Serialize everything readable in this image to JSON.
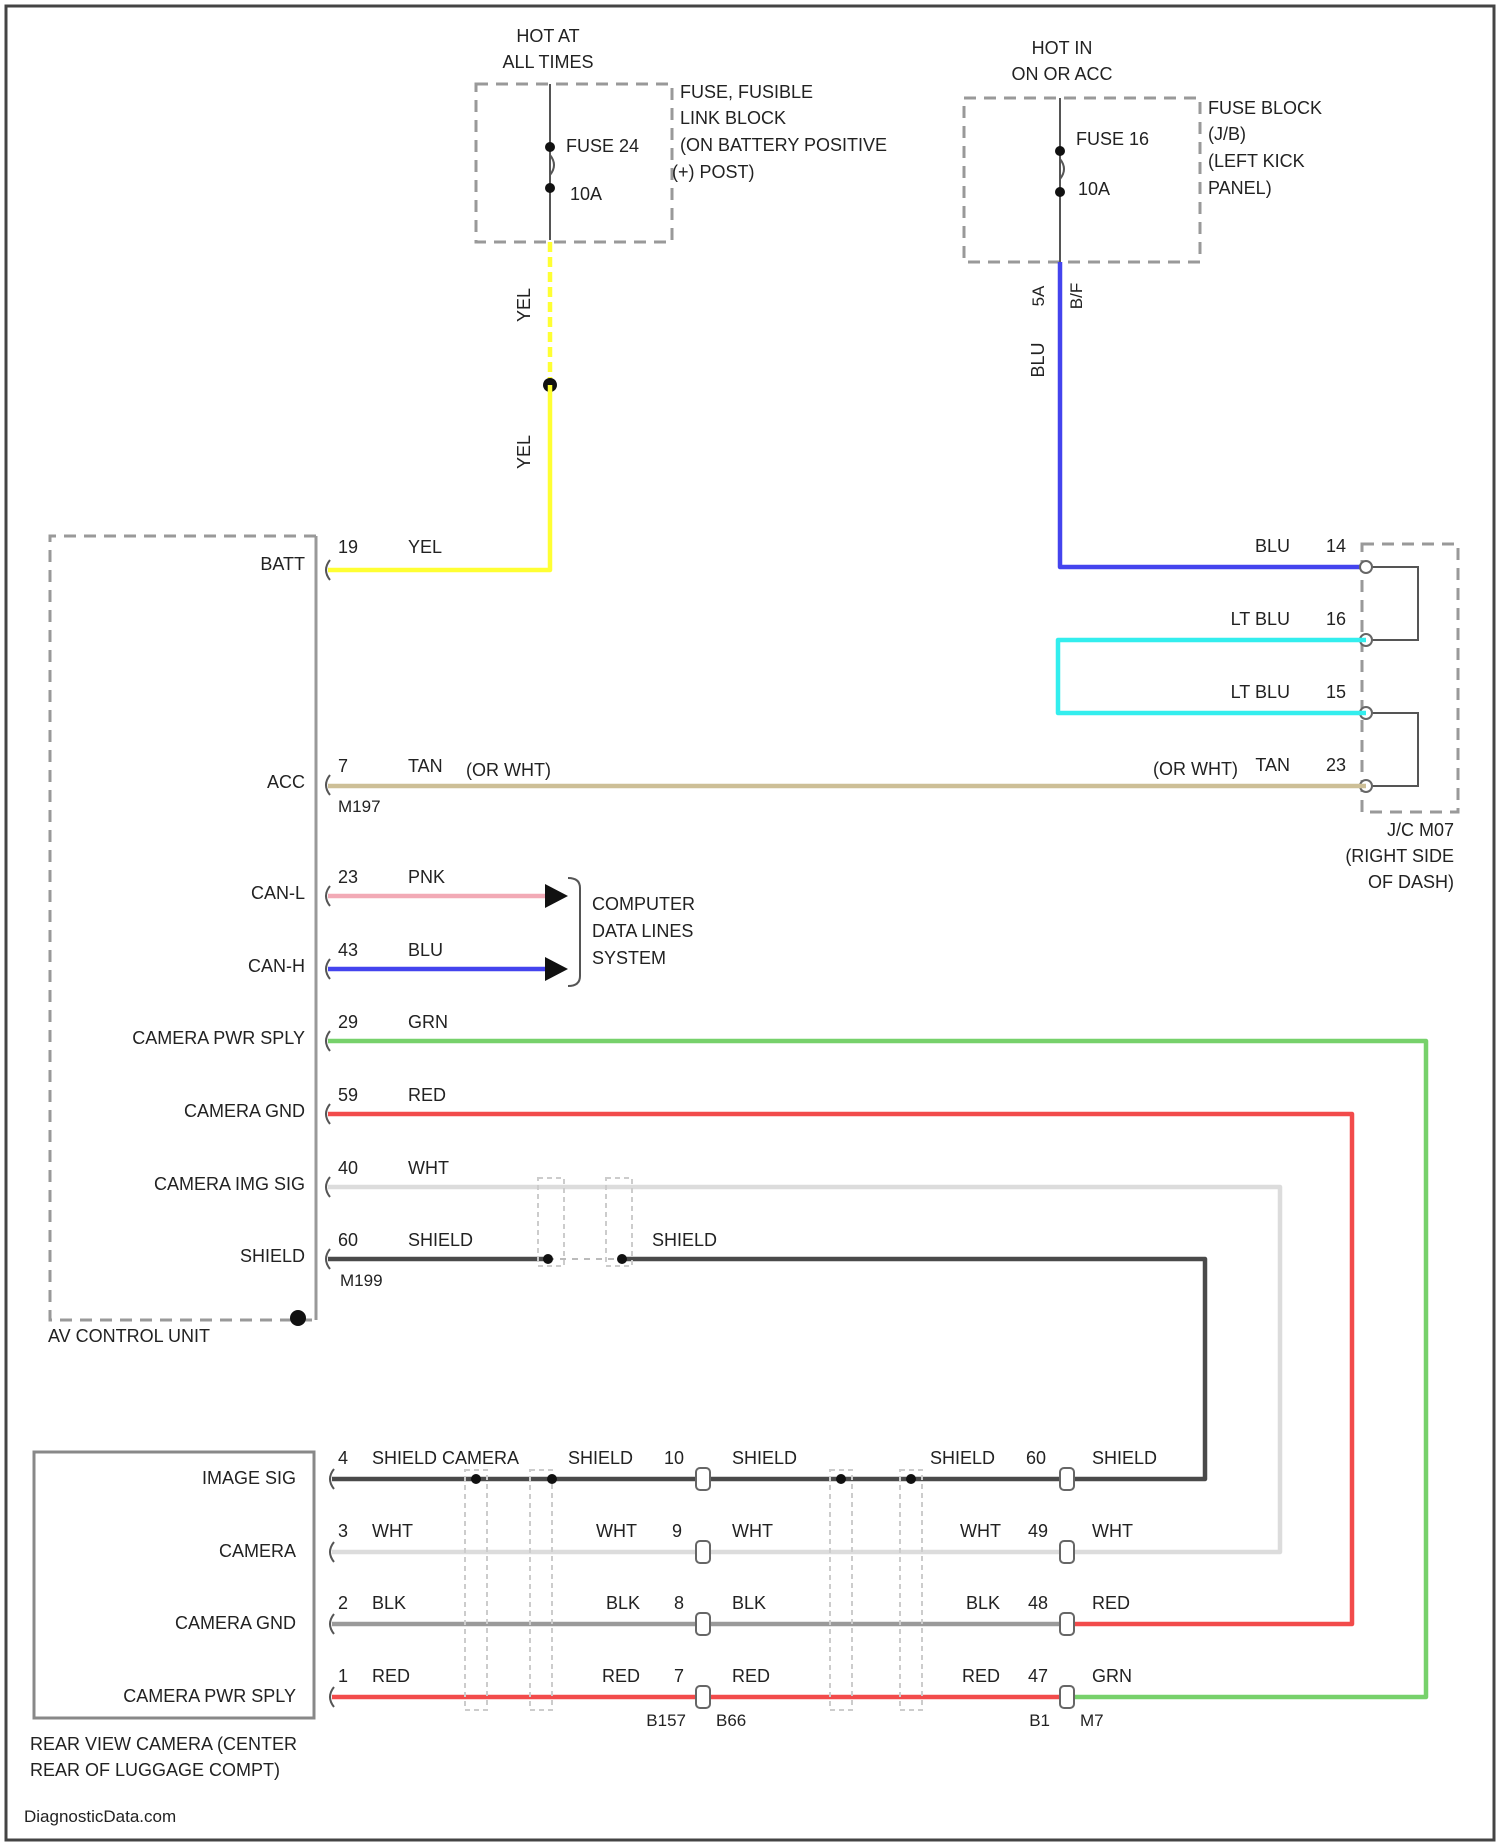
{
  "colors": {
    "yel": "#ffff33",
    "blu": "#4444ee",
    "ltblu": "#33eeee",
    "tan": "#cdbf97",
    "pnk": "#f2aab6",
    "grn": "#77d16b",
    "red": "#f24b4b",
    "wht": "#dcdcdc",
    "shield": "#4a4a4a",
    "blk": "#9a9a9a"
  },
  "top_left": {
    "hot_line1": "HOT AT",
    "hot_line2": "ALL TIMES",
    "fuse_name": "FUSE 24",
    "fuse_rating": "10A",
    "block_line1": "FUSE, FUSIBLE",
    "block_line2": "LINK BLOCK",
    "block_line3": "(ON BATTERY POSITIVE",
    "block_line4": "(+) POST)",
    "wire1": "YEL",
    "wire2": "YEL"
  },
  "top_right": {
    "hot_line1": "HOT IN",
    "hot_line2": "ON OR ACC",
    "fuse_name": "FUSE 16",
    "fuse_rating": "10A",
    "block_line1": "FUSE BLOCK",
    "block_line2": "(J/B)",
    "block_line3": "(LEFT KICK",
    "block_line4": "PANEL)",
    "pin_a": "5A",
    "pin_b": "B/F",
    "wire": "BLU"
  },
  "av_unit": {
    "name": "AV CONTROL UNIT",
    "pins": [
      {
        "label": "BATT",
        "num": "19",
        "wire": "YEL"
      },
      {
        "label": "ACC",
        "num": "7",
        "wire": "TAN",
        "alt": "(OR WHT)",
        "splice": "M197"
      },
      {
        "label": "CAN-L",
        "num": "23",
        "wire": "PNK"
      },
      {
        "label": "CAN-H",
        "num": "43",
        "wire": "BLU"
      },
      {
        "label": "CAMERA PWR SPLY",
        "num": "29",
        "wire": "GRN"
      },
      {
        "label": "CAMERA GND",
        "num": "59",
        "wire": "RED"
      },
      {
        "label": "CAMERA IMG SIG",
        "num": "40",
        "wire": "WHT"
      },
      {
        "label": "SHIELD",
        "num": "60",
        "wire": "SHIELD",
        "wire2": "SHIELD",
        "splice": "M199"
      }
    ]
  },
  "jc": {
    "name": "J/C M07",
    "loc1": "(RIGHT SIDE",
    "loc2": "OF DASH)",
    "pins": [
      {
        "num": "14",
        "wire": "BLU"
      },
      {
        "num": "16",
        "wire": "LT BLU"
      },
      {
        "num": "15",
        "wire": "LT BLU"
      },
      {
        "num": "23",
        "wire": "TAN",
        "alt": "(OR WHT)"
      }
    ]
  },
  "data_lines": {
    "line1": "COMPUTER",
    "line2": "DATA LINES",
    "line3": "SYSTEM"
  },
  "camera": {
    "name1": "REAR VIEW CAMERA (CENTER",
    "name2": "REAR OF LUGGAGE COMPT)",
    "pins": [
      {
        "label": "IMAGE SIG",
        "num": "4",
        "wire": "SHIELD CAMERA",
        "mid": "SHIELD",
        "c1": "10",
        "w1": "SHIELD",
        "w2": "SHIELD",
        "c2": "60",
        "w3": "SHIELD"
      },
      {
        "label": "CAMERA",
        "num": "3",
        "wire": "WHT",
        "mid": "WHT",
        "c1": "9",
        "w1": "WHT",
        "w2": "WHT",
        "c2": "49",
        "w3": "WHT"
      },
      {
        "label": "CAMERA GND",
        "num": "2",
        "wire": "BLK",
        "mid": "BLK",
        "c1": "8",
        "w1": "BLK",
        "w2": "BLK",
        "c2": "48",
        "w3": "RED"
      },
      {
        "label": "CAMERA PWR SPLY",
        "num": "1",
        "wire": "RED",
        "mid": "RED",
        "c1": "7",
        "w1": "RED",
        "w2": "RED",
        "c2": "47",
        "w3": "GRN"
      }
    ],
    "conn1": "B157",
    "conn2": "B66",
    "conn3": "B1",
    "conn4": "M7"
  },
  "watermark": "DiagnosticData.com"
}
